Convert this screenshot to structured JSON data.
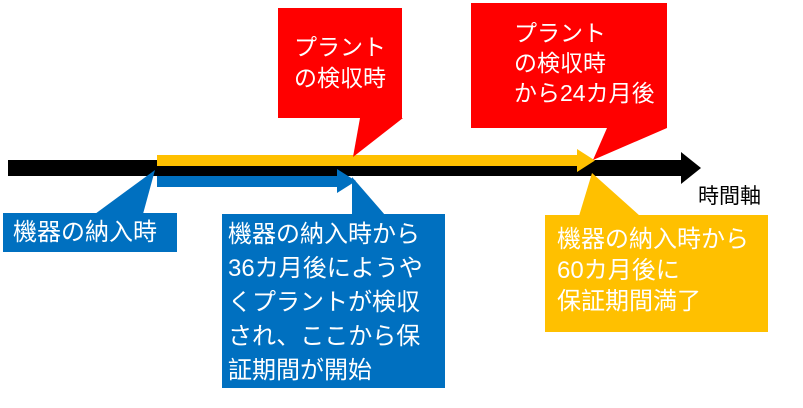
{
  "colors": {
    "red": "#FF0000",
    "blue": "#0070C0",
    "orange": "#FFC000",
    "black": "#000000",
    "white": "#FFFFFF"
  },
  "axis": {
    "label": "時間軸"
  },
  "callouts": {
    "plant_acceptance": {
      "text": "プラント\nの検収時"
    },
    "plant_acceptance_plus_24m": {
      "text": "プラント\nの検収時\nから24カ月後"
    },
    "equipment_delivery": {
      "text": "機器の納入時"
    },
    "warranty_start": {
      "text": "機器の納入時から\n36カ月後にようや\nくプラントが検収\nされ、ここから保\n証期間が開始"
    },
    "warranty_expiry": {
      "text": "機器の納入時から\n60カ月後に\n保証期間満了"
    }
  }
}
